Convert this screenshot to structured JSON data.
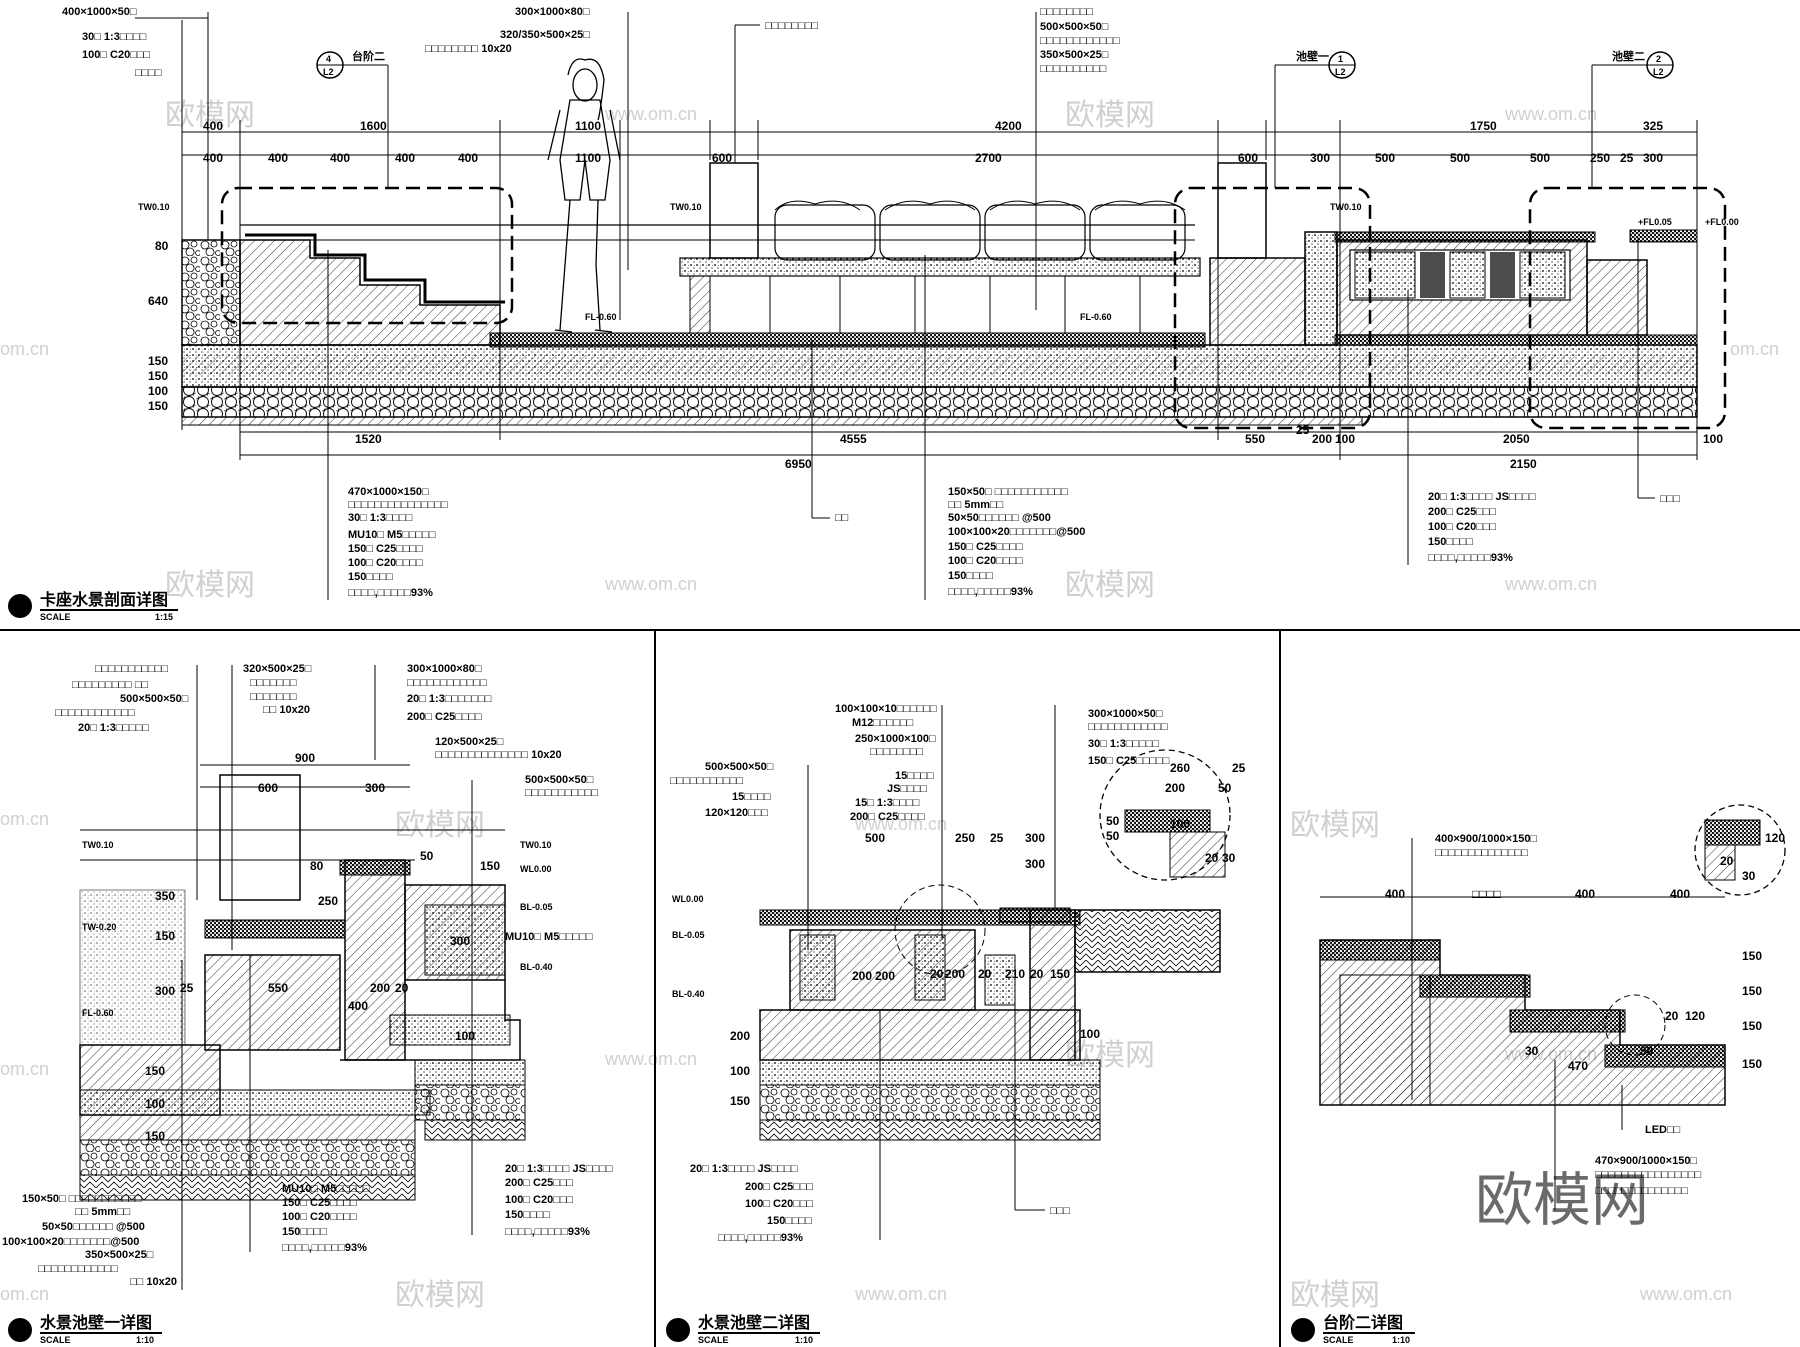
{
  "watermark": {
    "brand": "欧模网",
    "url": "www.om.cn",
    "url_short": "om.cn"
  },
  "main_section": {
    "title": "卡座水景剖面详图",
    "scale_label": "SCALE",
    "scale": "1:15",
    "top_dims": [
      "1600",
      "1100",
      "4200",
      "1750"
    ],
    "second_dims": [
      "400",
      "400",
      "400",
      "400",
      "400",
      "1100",
      "600",
      "2700",
      "600",
      "300",
      "500",
      "500",
      "500",
      "250",
      "25",
      "300",
      "325"
    ],
    "bottom_dims": [
      "1520",
      "4555",
      "550",
      "25",
      "200",
      "100",
      "2050",
      "100"
    ],
    "overall_dims": [
      "6950",
      "2150"
    ],
    "left_dims": [
      "400",
      "80",
      "640",
      "150",
      "150",
      "100",
      "150"
    ],
    "levels": [
      "TW0.10",
      "TW0.10",
      "TW0.10",
      "FL-0.60",
      "FL-0.60",
      "+FL0.05",
      "+FL0.00"
    ],
    "callouts": [
      {
        "num": "4",
        "sheet": "L2",
        "label": "台阶二"
      },
      {
        "num": "1",
        "sheet": "L2",
        "label": "池壁一"
      },
      {
        "num": "2",
        "sheet": "L2",
        "label": "池壁二"
      }
    ],
    "notes_topleft": [
      "400×1000×50□",
      "30□ 1:3□□□□",
      "100□ C20□□□",
      "□□□□"
    ],
    "notes_topcenter": [
      "300×1000×80□",
      "320/350×500×25□",
      "□□□□□□□□ 10x20"
    ],
    "note_seat": "□□□□□□□□",
    "notes_topright": [
      "□□□□□□□□",
      "500×500×50□",
      "□□□□□□□□□□□□",
      "350×500×25□",
      "□□□□□□□□□□"
    ],
    "notes_bottom_a": [
      "470×1000×150□",
      "□□□□□□□□□□□□□□□",
      "30□ 1:3□□□□",
      "MU10□ M5□□□□□",
      "150□ C25□□□□",
      "100□ C20□□□□",
      "150□□□□",
      "□□□□,□□□□□93%"
    ],
    "note_bottom_b": "□□",
    "notes_bottom_c": [
      "150×50□ □□□□□□□□□□□",
      "□□ 5mm□□",
      "50×50□□□□□□ @500",
      "100×100×20□□□□□□□@500",
      "150□ C25□□□□",
      "100□ C20□□□□",
      "150□□□□",
      "□□□□,□□□□□93%"
    ],
    "notes_bottom_d": [
      "20□ 1:3□□□□ JS□□□□",
      "200□ C25□□□",
      "100□ C20□□□",
      "150□□□□",
      "□□□□,□□□□□93%"
    ],
    "note_bottom_e": "□□□"
  },
  "detail_1": {
    "title": "水景池壁一详图",
    "scale_label": "SCALE",
    "scale": "1:10",
    "dims": [
      "900",
      "600",
      "300",
      "350",
      "150",
      "300",
      "25",
      "550",
      "250",
      "200",
      "20",
      "50",
      "80",
      "150",
      "100",
      "300",
      "400",
      "150",
      "100",
      "150"
    ],
    "levels": [
      "TW0.10",
      "TW-0.20",
      "FL-0.60",
      "TW0.10",
      "WL0.00",
      "BL-0.05",
      "BL-0.40"
    ],
    "notes_top_left": [
      "□□□□□□□□□□□",
      "□□□□□□□□□ □□",
      "500×500×50□",
      "□□□□□□□□□□□□",
      "20□ 1:3□□□□□"
    ],
    "notes_top_mid": [
      "320×500×25□",
      "□□□□□□□",
      "□□□□□□□",
      "□□ 10x20"
    ],
    "notes_top_right": [
      "300×1000×80□",
      "□□□□□□□□□□□□",
      "20□ 1:3□□□□□□□",
      "200□ C25□□□□",
      "120×500×25□",
      "□□□□□□□□□□□□□□ 10x20",
      "500×500×50□",
      "□□□□□□□□□□□"
    ],
    "note_mu": "MU10□ M5□□□□□",
    "notes_bottom_left": [
      "150×50□ □□□□□□□□□□□",
      "□□ 5mm□□",
      "50×50□□□□□□ @500",
      "100×100×20□□□□□□□@500",
      "350×500×25□",
      "□□□□□□□□□□□□",
      "□□ 10x20"
    ],
    "notes_bottom_mid": [
      "MU10□ M5□□□□□",
      "150□ C25□□□□",
      "100□ C20□□□□",
      "150□□□□",
      "□□□□,□□□□□93%"
    ],
    "notes_bottom_right": [
      "20□ 1:3□□□□ JS□□□□",
      "200□ C25□□□",
      "100□ C20□□□",
      "150□□□□",
      "□□□□,□□□□□93%"
    ]
  },
  "detail_2": {
    "title": "水景池壁二详图",
    "scale_label": "SCALE",
    "scale": "1:10",
    "dims": [
      "500",
      "250",
      "25",
      "300",
      "300",
      "260",
      "25",
      "200",
      "50",
      "50",
      "50",
      "100",
      "20",
      "30",
      "200",
      "200",
      "20",
      "200",
      "20",
      "210",
      "20",
      "150",
      "100",
      "200",
      "100",
      "150"
    ],
    "levels": [
      "WL0.00",
      "BL-0.05",
      "BL-0.40"
    ],
    "notes_left": [
      "500×500×50□",
      "□□□□□□□□□□□",
      "15□□□□",
      "120×120□□□"
    ],
    "notes_mid": [
      "100×100×10□□□□□□",
      "M12□□□□□□",
      "250×1000×100□",
      "□□□□□□□□",
      "15□□□□",
      "JS□□□□",
      "15□ 1:3□□□□",
      "200□ C25□□□□"
    ],
    "notes_right": [
      "300×1000×50□",
      "□□□□□□□□□□□□",
      "30□ 1:3□□□□□",
      "150□ C25□□□□□"
    ],
    "notes_bottom": [
      "20□ 1:3□□□□ JS□□□□",
      "200□ C25□□□",
      "100□ C20□□□",
      "150□□□□",
      "□□□□,□□□□□93%"
    ],
    "note_bottom_right": "□□□"
  },
  "detail_3": {
    "title": "台阶二详图",
    "scale_label": "SCALE",
    "scale": "1:10",
    "dims": [
      "400",
      "□□□□",
      "400",
      "400",
      "150",
      "150",
      "150",
      "150",
      "20",
      "120",
      "50",
      "470",
      "30",
      "120",
      "20",
      "30"
    ],
    "note_top": "400×900/1000×150□",
    "note_top2": "□□□□□□□□□□□□□□",
    "note_led": "LED□□",
    "notes_bottom": [
      "470×900/1000×150□",
      "□□□□□□□□□□□□□□□□",
      "□□□□□□□□□□□□□□"
    ]
  },
  "colors": {
    "line": "#000000",
    "paper": "#ffffff",
    "watermark": "#d0d0d0"
  }
}
